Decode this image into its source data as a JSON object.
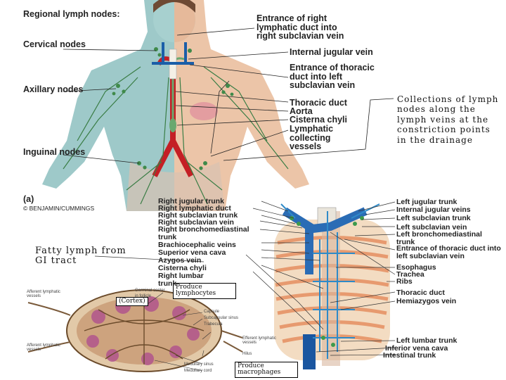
{
  "figure_a": {
    "heading": "Regional lymph nodes:",
    "left_labels": [
      "Cervical nodes",
      "Axillary nodes",
      "Inguinal nodes"
    ],
    "right_labels": [
      "Entrance of right lymphatic duct into right subclavian vein",
      "Internal jugular vein",
      "Entrance of thoracic duct into left subclavian vein",
      "Thoracic duct",
      "Aorta",
      "Cisterna chyli",
      "Lymphatic collecting vessels"
    ],
    "panel_letter": "(a)",
    "credit": "© BENJAMIN/CUMMINGS"
  },
  "annotations": {
    "collections": "Collections of lymph nodes along the lymph veins at the constriction points in the drainage",
    "fatty_lymph": "Fatty lymph from GI tract",
    "produce_lymphocytes": "Produce lymphocytes",
    "cortex": "(Cortex)",
    "produce_macrophages": "Produce macrophages"
  },
  "thorax": {
    "left_side_labels": [
      "Right jugular trunk",
      "Right lymphatic duct",
      "Right subclavian trunk",
      "Right subclavian vein",
      "Right bronchomediastinal trunk",
      "Brachiocephalic veins",
      "Superior vena cava",
      "Azygos vein",
      "Cisterna chyli",
      "Right lumbar trunk"
    ],
    "right_side_labels": [
      "Left jugular trunk",
      "Internal jugular veins",
      "Left subclavian trunk",
      "Left subclavian vein",
      "Left bronchomediastinal trunk",
      "Entrance of thoracic duct into left subclavian vein",
      "Esophagus",
      "Trachea",
      "Ribs",
      "Thoracic duct",
      "Hemiazygos vein",
      "Left lumbar trunk",
      "Inferior vena cava",
      "Intestinal trunk"
    ]
  },
  "node_labels": {
    "left": [
      "Afferent lymphatic vessels",
      "Afferent lymphatic vessels"
    ],
    "top": [
      "Germinal center",
      "in follicle"
    ],
    "right": [
      "Capsule",
      "Subcapsular sinus",
      "Trabecula",
      "Efferent lymphatic vessels",
      "Hilus",
      "Medullary sinus",
      "Medullary cord"
    ]
  }
}
